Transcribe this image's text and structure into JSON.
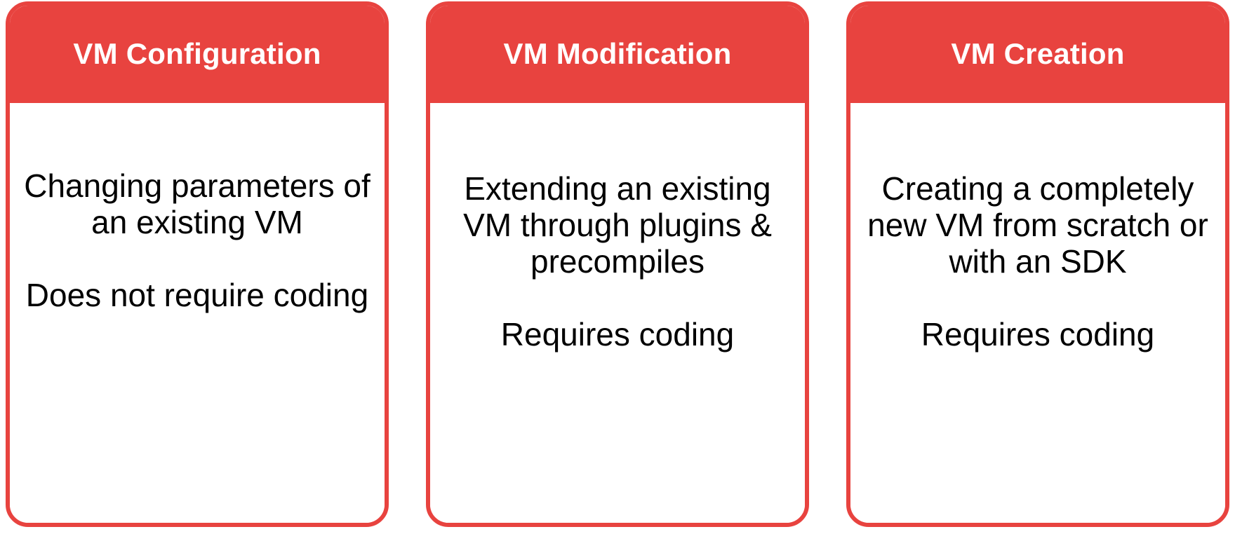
{
  "theme": {
    "accent_red": "#e8433f",
    "header_text_color": "#ffffff",
    "body_text_color": "#000000",
    "card_background": "#ffffff",
    "page_background": "#ffffff"
  },
  "cards": [
    {
      "title": "VM Configuration",
      "body": "Changing parameters of an existing VM\n\nDoes not require coding"
    },
    {
      "title": "VM Modification",
      "body": "Extending an existing VM through plugins & precompiles\n\nRequires coding"
    },
    {
      "title": "VM Creation",
      "body": "Creating a completely new VM from scratch or with an SDK\n\nRequires coding"
    }
  ]
}
